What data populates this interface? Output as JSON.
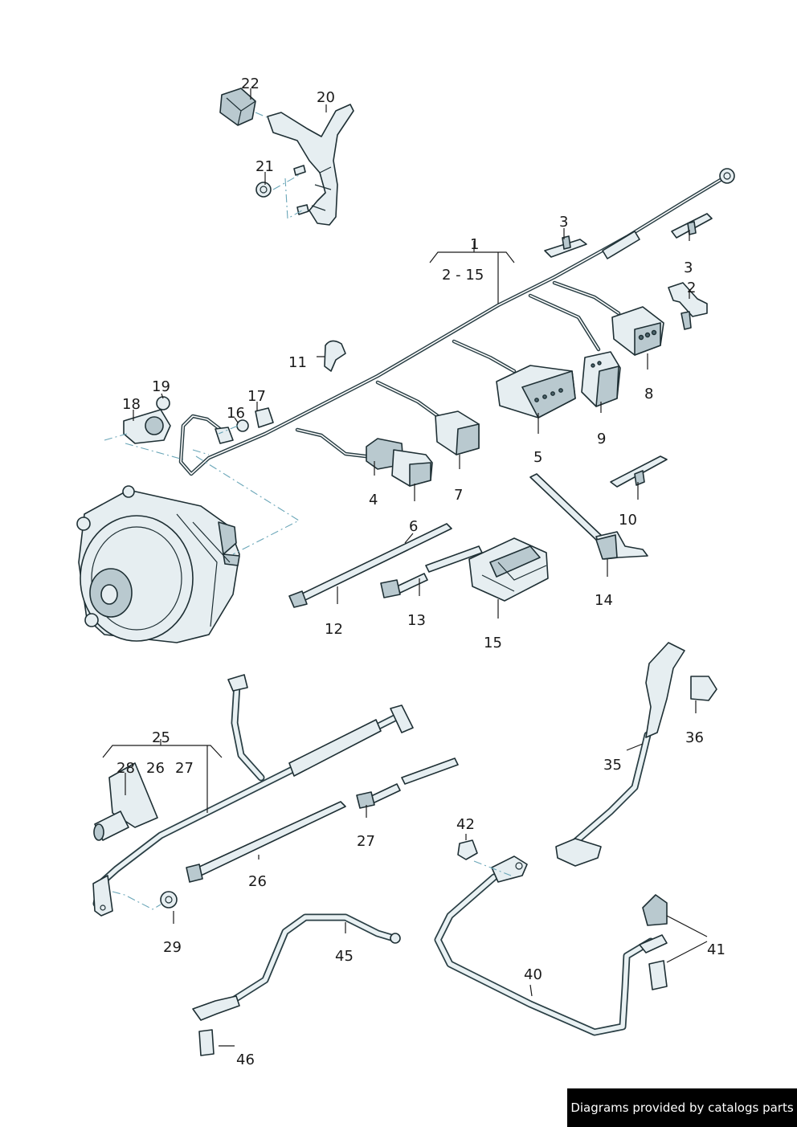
{
  "callouts": {
    "c1": "1",
    "c2_15": "2 - 15",
    "c2": "2",
    "c3a": "3",
    "c3b": "3",
    "c4": "4",
    "c5": "5",
    "c6": "6",
    "c7": "7",
    "c8": "8",
    "c9": "9",
    "c10": "10",
    "c11": "11",
    "c12": "12",
    "c13": "13",
    "c14": "14",
    "c15": "15",
    "c16": "16",
    "c17": "17",
    "c18": "18",
    "c19": "19",
    "c20": "20",
    "c21": "21",
    "c22": "22",
    "c25": "25",
    "c26a": "26",
    "c26b": "26",
    "c27a": "27",
    "c27b": "27",
    "c28": "28",
    "c29": "29",
    "c35": "35",
    "c36": "36",
    "c40": "40",
    "c41": "41",
    "c42": "42",
    "c45": "45",
    "c46": "46"
  },
  "watermark": {
    "text": "Diagrams provided by catalogs parts"
  },
  "colors": {
    "line": "#1e2f34",
    "fill": "#e6eef1",
    "shade": "#b9c9cf",
    "dash": "#6aa6b8"
  }
}
